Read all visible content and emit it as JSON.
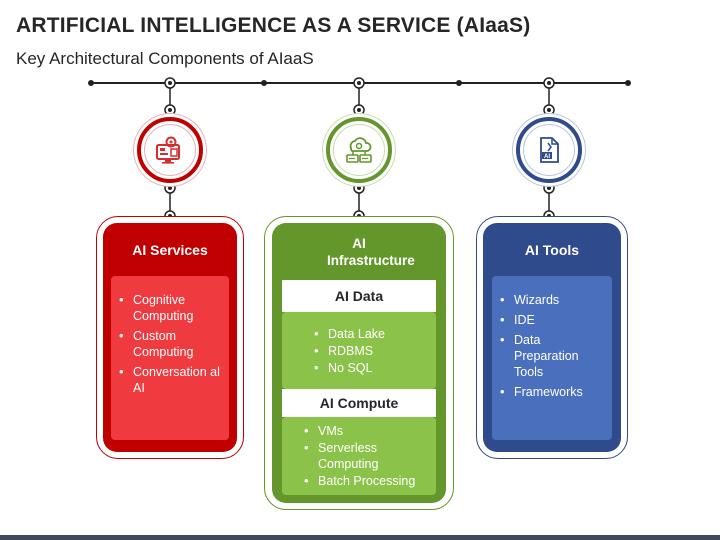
{
  "title": "ARTIFICIAL INTELLIGENCE AS A SERVICE (AIaaS)",
  "subtitle": "Key Architectural Components of AIaaS",
  "colors": {
    "red": "#c00000",
    "red_light": "#ee3b3f",
    "green": "#63962b",
    "green_light": "#8bc34a",
    "blue": "#2f4b8c",
    "blue_light": "#4a6fbd"
  },
  "columns": [
    {
      "icon": "computer-gear-icon",
      "header": "AI Services",
      "items": [
        "Cognitive Computing",
        "Custom Computing",
        "Conversation al AI"
      ]
    },
    {
      "icon": "cloud-server-icon",
      "header": "AI Infrastructure",
      "sections": [
        {
          "title": "AI Data",
          "items": [
            "Data Lake",
            "RDBMS",
            "No SQL"
          ]
        },
        {
          "title": "AI Compute",
          "items": [
            "VMs",
            "Serverless Computing",
            "Batch Processing"
          ]
        }
      ]
    },
    {
      "icon": "ai-document-icon",
      "header": "AI Tools",
      "items": [
        "Wizards",
        "IDE",
        "Data Preparation Tools",
        "Frameworks"
      ]
    }
  ]
}
